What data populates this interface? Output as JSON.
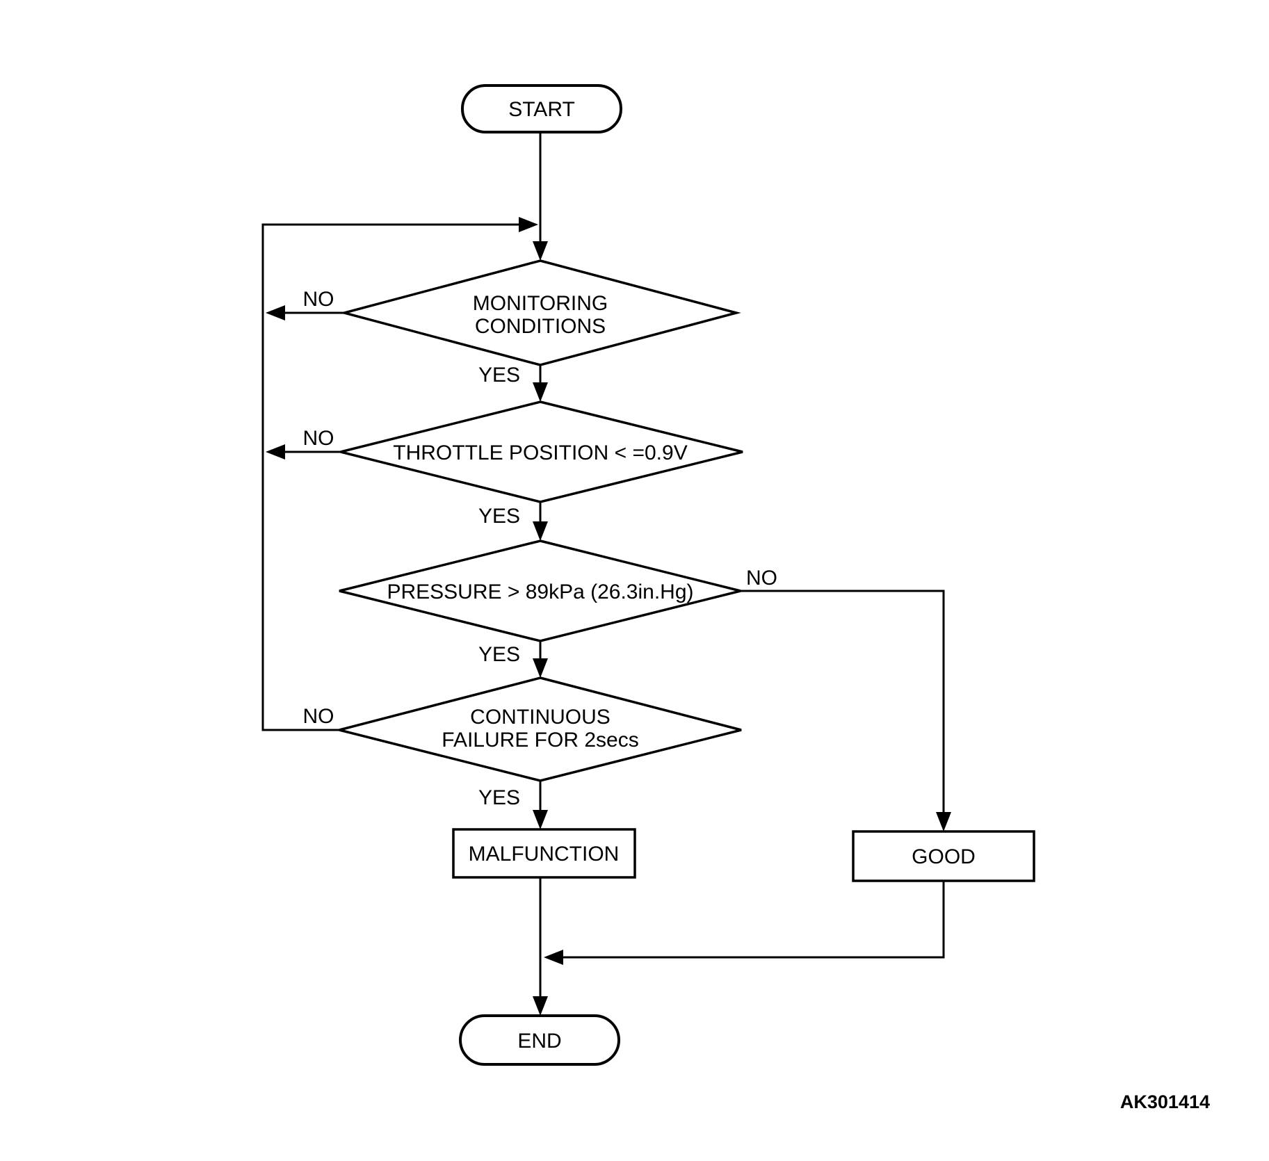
{
  "figure_code": "AK301414",
  "nodes": {
    "start": {
      "label": "START"
    },
    "monitoring": {
      "line1": "MONITORING",
      "line2": "CONDITIONS"
    },
    "throttle": {
      "label": "THROTTLE POSITION < =0.9V"
    },
    "pressure": {
      "label": "PRESSURE > 89kPa (26.3in.Hg)"
    },
    "continuous": {
      "line1": "CONTINUOUS",
      "line2": "FAILURE FOR 2secs"
    },
    "malfunction": {
      "label": "MALFUNCTION"
    },
    "good": {
      "label": "GOOD"
    },
    "end": {
      "label": "END"
    }
  },
  "branches": {
    "monitoring_no": "NO",
    "monitoring_yes": "YES",
    "throttle_no": "NO",
    "throttle_yes": "YES",
    "pressure_no": "NO",
    "pressure_yes": "YES",
    "continuous_no": "NO",
    "continuous_yes": "YES"
  }
}
